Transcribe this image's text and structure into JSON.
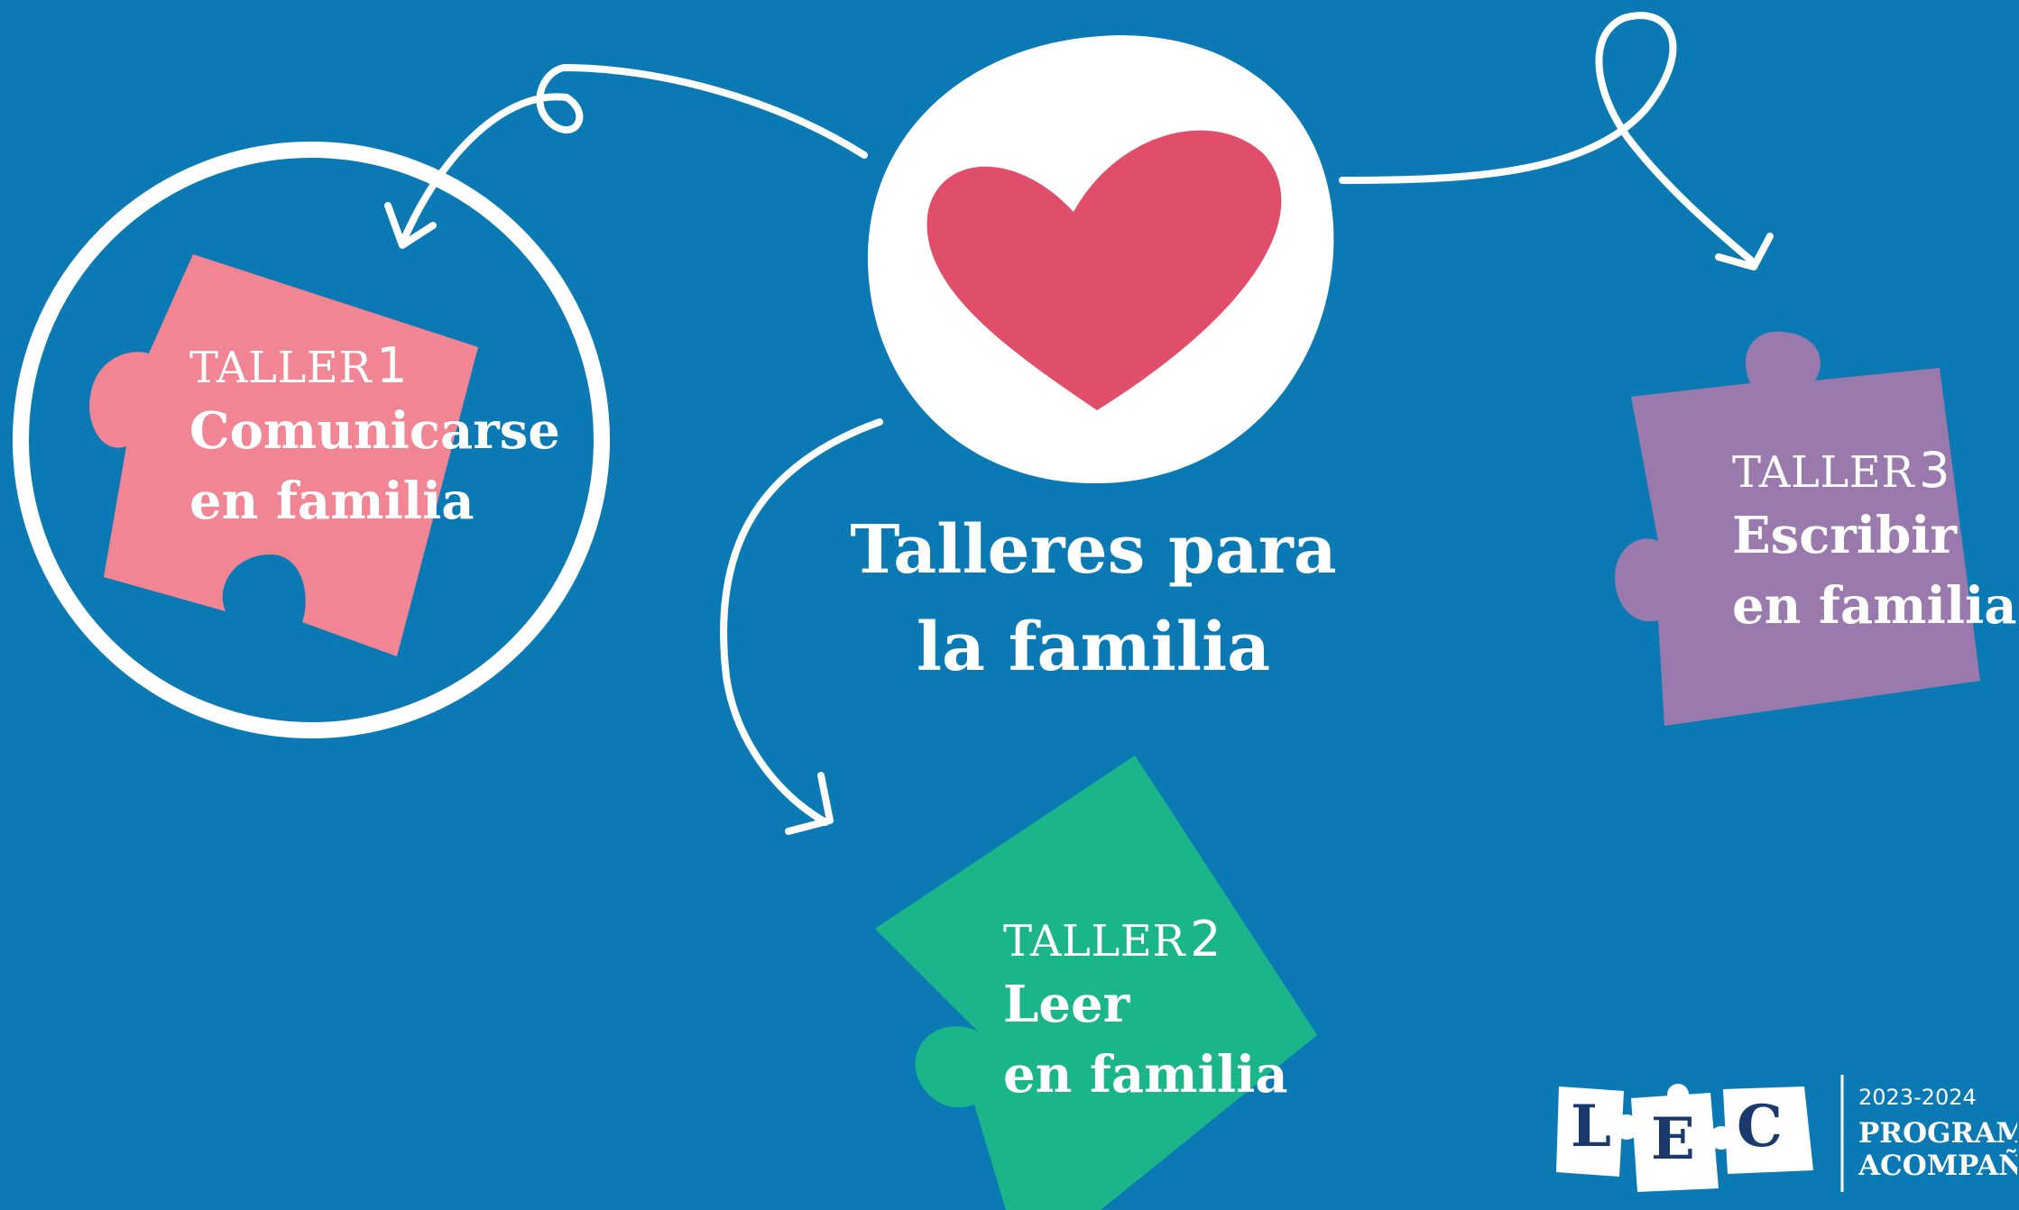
{
  "center": {
    "title_line1": "Talleres para",
    "title_line2": "la familia"
  },
  "workshops": [
    {
      "label": "TALLER",
      "number": "1",
      "title_line1": "Comunicarse",
      "title_line2": "en familia",
      "color": "#f28594"
    },
    {
      "label": "TALLER",
      "number": "2",
      "title_line1": "Leer",
      "title_line2": "en familia",
      "color": "#1ab68a"
    },
    {
      "label": "TALLER",
      "number": "3",
      "title_line1": "Escribir",
      "title_line2": "en familia",
      "color": "#9a79ad"
    }
  ],
  "logo": {
    "letters": [
      "L",
      "E",
      "C"
    ],
    "year": "2023-2024",
    "line1": "PROGRAMA",
    "line2": "ACOMPAÑA"
  },
  "colors": {
    "background": "#0b7ab4",
    "heart": "#e04e69",
    "white": "#ffffff",
    "logo_text": "#1a3a6e"
  }
}
